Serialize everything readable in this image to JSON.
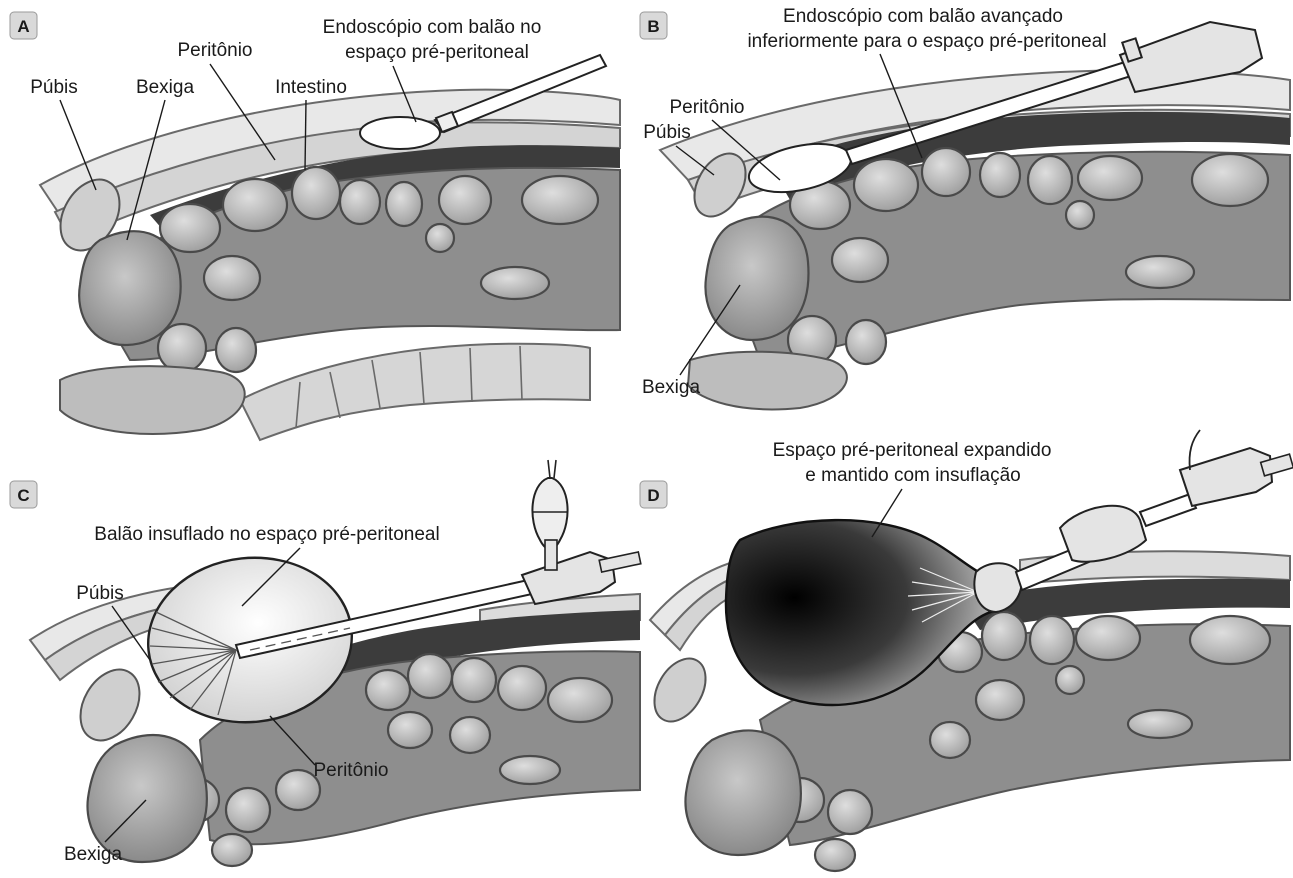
{
  "panels": [
    {
      "badge": "A",
      "labels": {
        "endoscope": [
          "Endoscópio com balão no",
          "espaço pré-peritoneal"
        ],
        "peritoneum": "Peritônio",
        "pubis": "Púbis",
        "bladder": "Bexiga",
        "intestine": "Intestino"
      }
    },
    {
      "badge": "B",
      "labels": {
        "endoscope": [
          "Endoscópio com balão avançado",
          "inferiormente para o espaço pré-peritoneal"
        ],
        "peritoneum": "Peritônio",
        "pubis": "Púbis",
        "bladder": "Bexiga"
      }
    },
    {
      "badge": "C",
      "labels": {
        "balloon": "Balão insuflado no espaço pré-peritoneal",
        "pubis": "Púbis",
        "peritoneum": "Peritônio",
        "bladder": "Bexiga"
      }
    },
    {
      "badge": "D",
      "labels": {
        "space": [
          "Espaço pré-peritoneal expandido",
          "e mantido com insuflação"
        ]
      }
    }
  ],
  "colors": {
    "badge_fill": "#d9d9d9",
    "skin": "#e6e6e6",
    "fat": "#d2d2d2",
    "cavity_dark": "#3c3c3c",
    "organ_fill": "#a8a8a8",
    "loop_inner": "#b5b5b5",
    "balloon_light": "#f4f4f4",
    "insufflated_dark": "#0e0e0e"
  }
}
